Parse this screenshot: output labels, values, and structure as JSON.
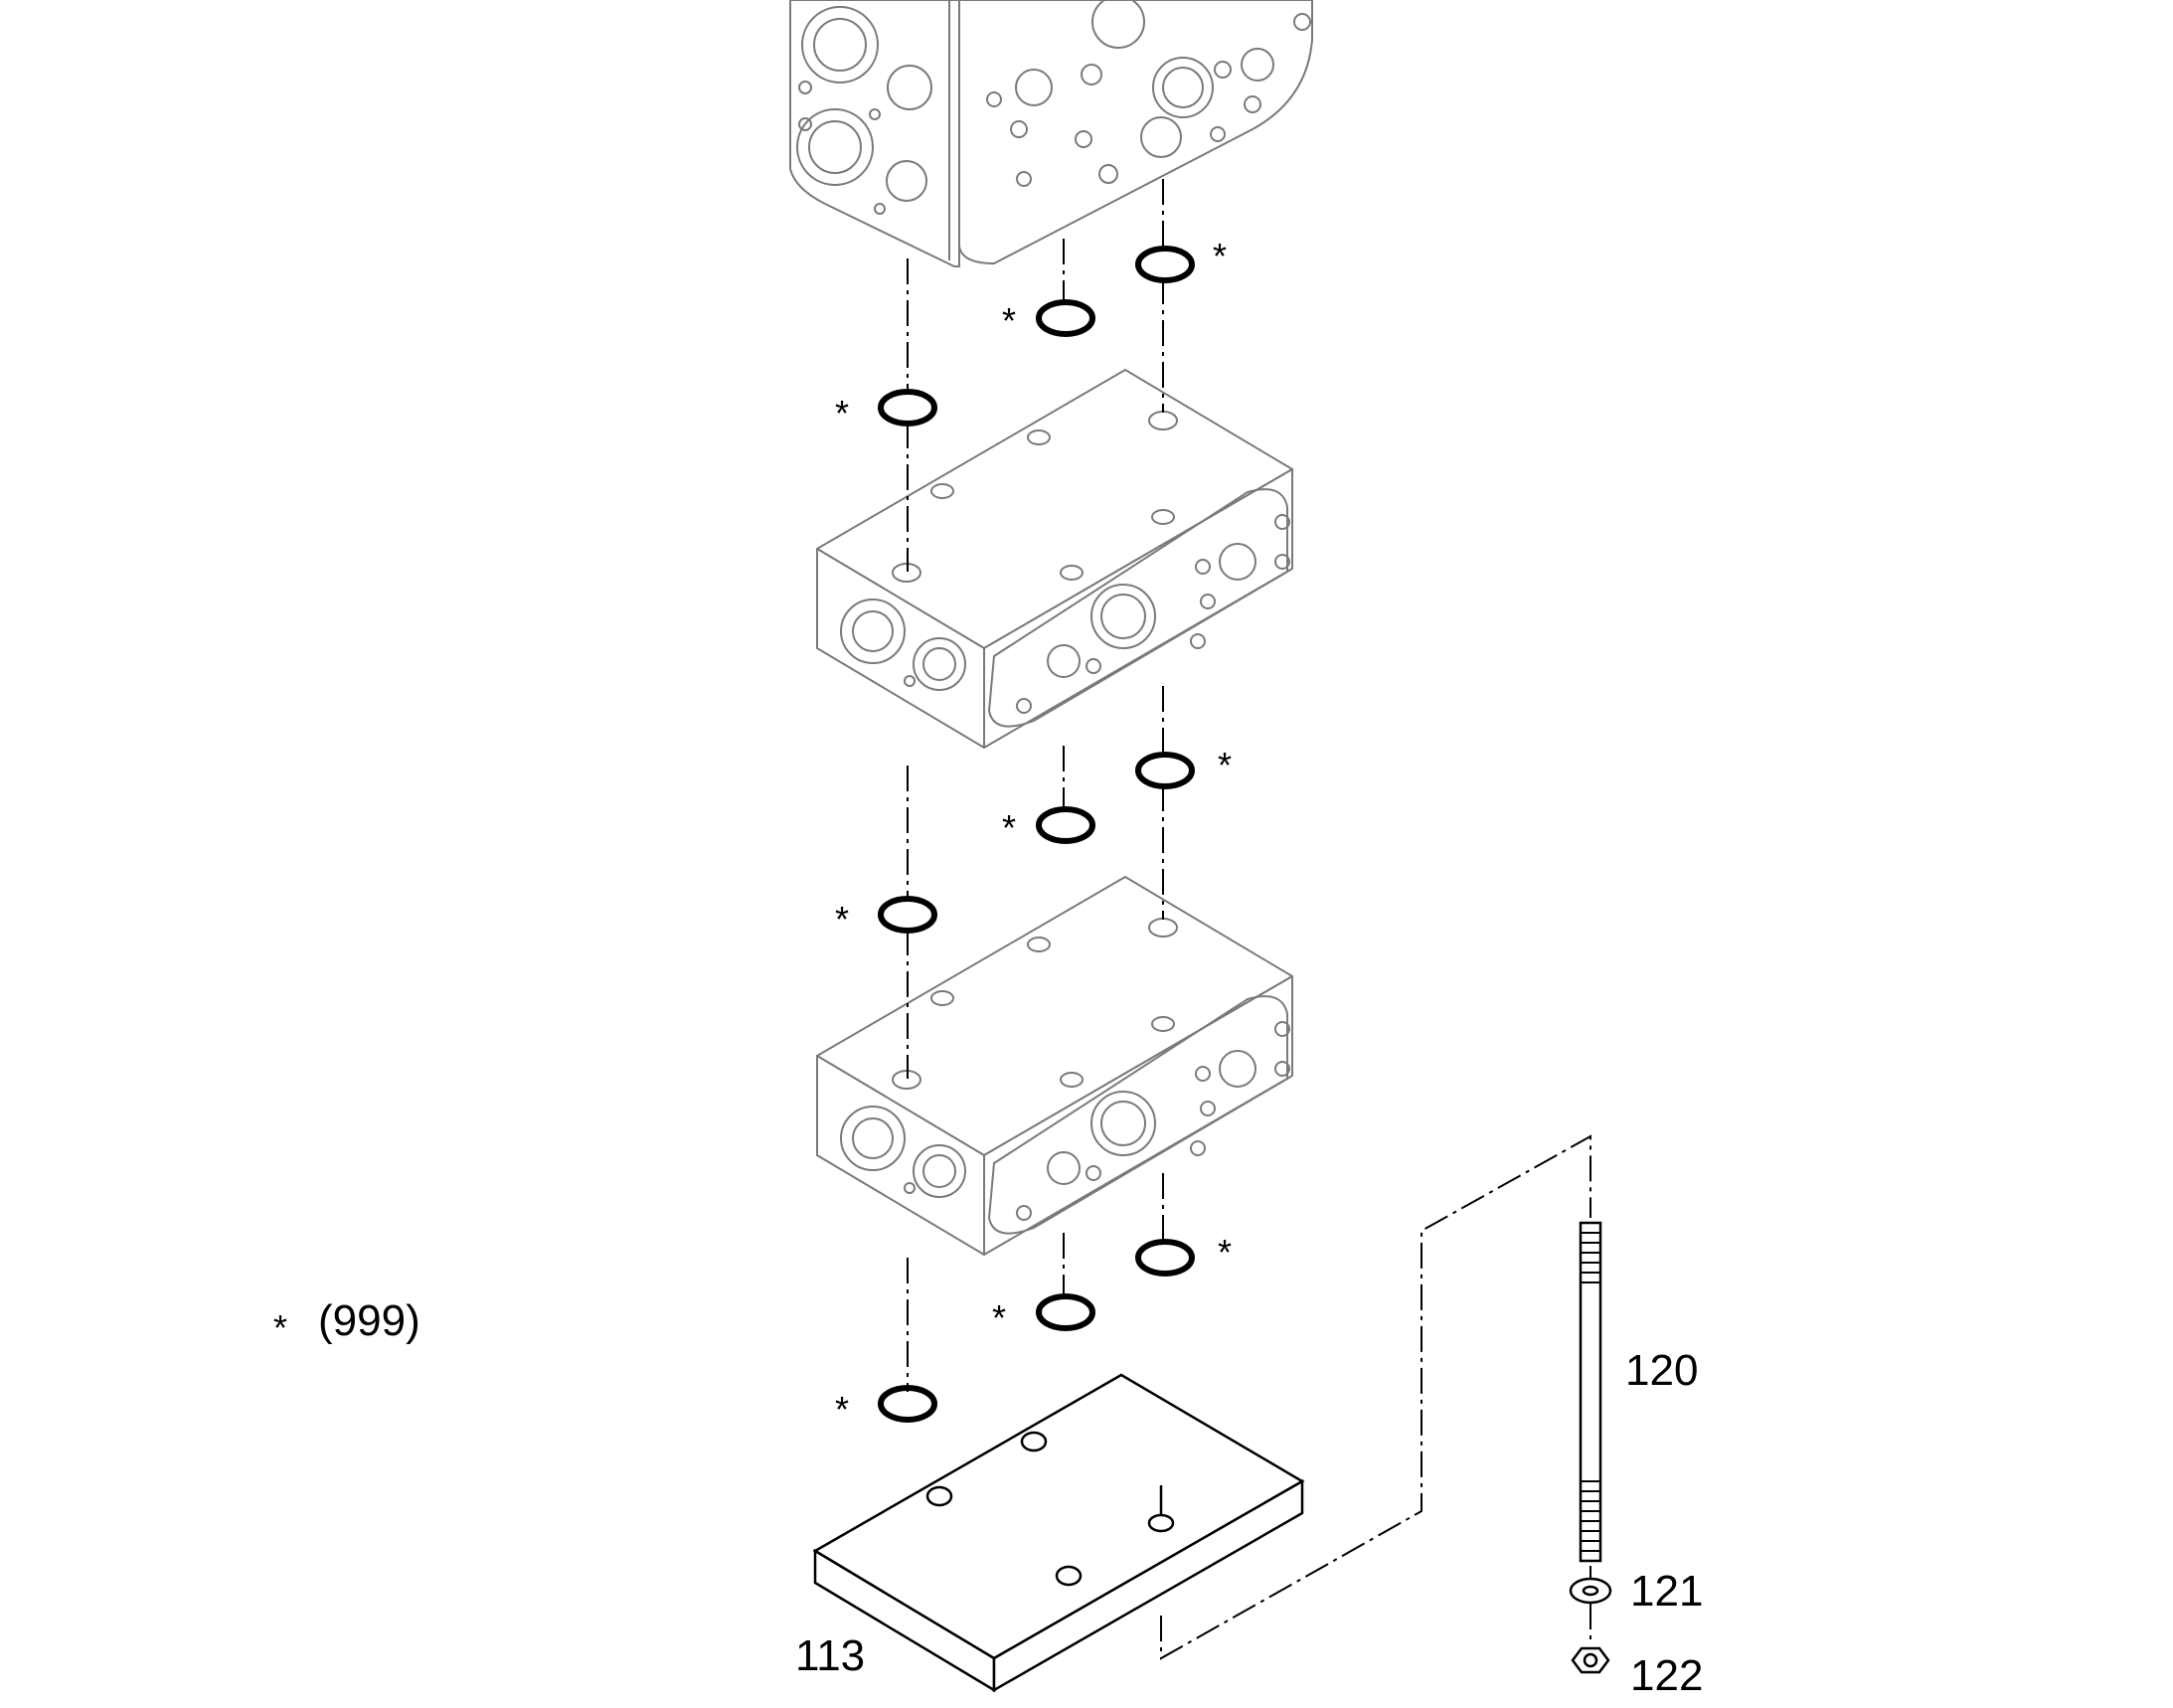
{
  "legend": {
    "asterisk": "*",
    "code": "(999)"
  },
  "callouts": {
    "base_plate": "113",
    "tie_rod": "120",
    "washer": "121",
    "nut": "122"
  },
  "seal_marker": "*"
}
